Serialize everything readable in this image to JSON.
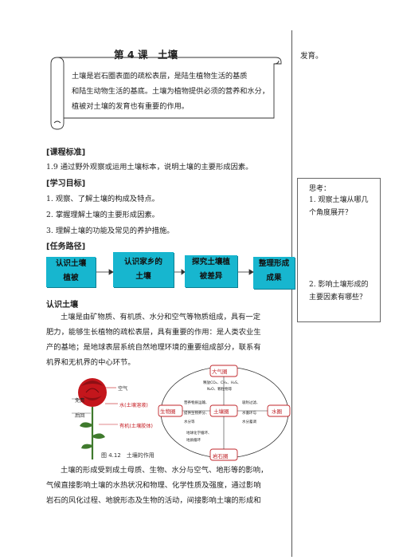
{
  "lesson_title": "第 4 课　土壤",
  "intro_lines": [
    "土壤是岩石圈表面的疏松表层，是陆生植物生活的基质",
    "和陆生动物生活的基底。土壤为植物提供必须的营养和水分，",
    "植被对土壤的发育也有重要的作用。"
  ],
  "curriculum": {
    "heading": "[课程标准]",
    "text": "1.9  通过野外观察或运用土壤标本，说明土壤的主要形成因素。"
  },
  "goals": {
    "heading": "[学习目标]",
    "items": [
      "1. 观察、了解土壤的构成及特点。",
      "2. 掌握理解土壤的主要形成因素。",
      "3. 理解土壤的功能及常见的养护措施。"
    ]
  },
  "path": {
    "heading": "[任务路径]",
    "steps": [
      {
        "line1": "认识土壤",
        "line2": "植被"
      },
      {
        "line1": "认识家乡的",
        "line2": "土壤"
      },
      {
        "line1": "探究土壤植",
        "line2": "被差异"
      },
      {
        "line1": "整理形成",
        "line2": "成果"
      }
    ]
  },
  "section1": {
    "heading": "认识土壤",
    "para1": [
      "土壤是由矿物质、有机质、水分和空气等物质组成，具有一定",
      "肥力，能够生长植物的疏松表层，具有重要的作用：是人类农业生",
      "产的基地；是地球表层系统自然地理环境的重要组成部分，联系有",
      "机界和无机界的中心环节。"
    ]
  },
  "figure": {
    "caption": "图 4.12　土壤的作用",
    "rose_labels": {
      "stem_top": "免费",
      "stem_bottom": "后回",
      "air": "空气",
      "water": "水(土壤溶液)",
      "solid": "有机(土壤胶体)"
    },
    "spheres": {
      "atmosphere": "大气圈",
      "biosphere": "生物圈",
      "pedosphere": "土壤圈",
      "hydrosphere": "水圈",
      "lithosphere": "岩石圈"
    },
    "notes": {
      "gas": "释放CO₂、CH₄、H₂S、",
      "gas2": "N₂O、颗粒物等",
      "left1": "营养物质运输、",
      "left2": "提供生物养分、",
      "left3": "水分等",
      "right1": "吸附过滤、",
      "right2": "水循环与",
      "right3": "水分蓄调",
      "bottom1": "地球化学循环、",
      "bottom2": "地质循环"
    }
  },
  "para2": [
    "土壤的形成受到成土母质、生物、水分与空气、地形等的影响，",
    "气候直接影响土壤的水热状况和物理、化学性质及强度，通过影响",
    "岩石的风化过程、地貌形态及生物的活动，间接影响土壤的形成和"
  ],
  "sidebar": {
    "continued": "发育。",
    "think_title": "思考：",
    "q1": [
      "1. 观察土壤从哪几",
      "个角度展开？"
    ],
    "q2": [
      "2. 影响土壤形成的",
      "主要因素有哪些？"
    ]
  },
  "colors": {
    "box": "#17b6cf",
    "sphere_red": "#c0262b",
    "rose": "#c4161c"
  }
}
